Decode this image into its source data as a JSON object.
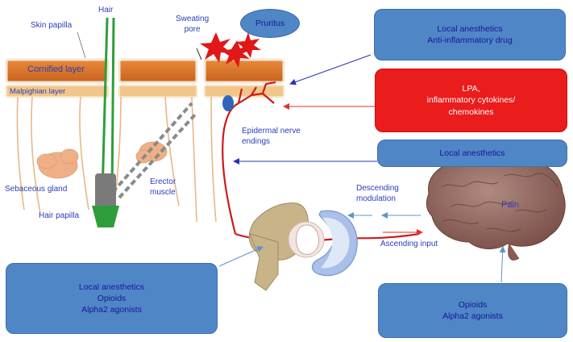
{
  "labels": {
    "hair": "Hair",
    "skin_papilla": "Skin papilla",
    "sweating_pore": "Sweating\npore",
    "pruritus": "Pruritus",
    "cornified_layer": "Cornified layer",
    "malpighian_layer": "Malpighian layer",
    "epidermal_nerve_endings": "Epidermal nerve\nendings",
    "sebaceous_gland": "Sebaceous gland",
    "erector_muscle": "Erector\nmuscle",
    "hair_papilla": "Hair papilla",
    "descending_modulation": "Descending\nmodulation",
    "ascending_input": "Ascending input",
    "pain": "Pain"
  },
  "boxes": {
    "top_right": [
      "Local anesthetics",
      "Anti-inflammatory drug"
    ],
    "red_box": [
      "LPA,",
      "inflammatory cytokines/",
      "chemokines"
    ],
    "middle_right": [
      "Local anesthetics"
    ],
    "bottom_left": [
      "Local anesthetics",
      "Opioids",
      "Alpha2 agonists"
    ],
    "bottom_right": [
      "Opioids",
      "Alpha2 agonists"
    ]
  },
  "colors": {
    "blue_box": "#4f86c6",
    "red_box": "#ea1c1c",
    "label_text": "#2b3db8",
    "cornified": "#d9752b",
    "malpighian": "#f2c68a",
    "nerve": "#cc1a1a"
  }
}
